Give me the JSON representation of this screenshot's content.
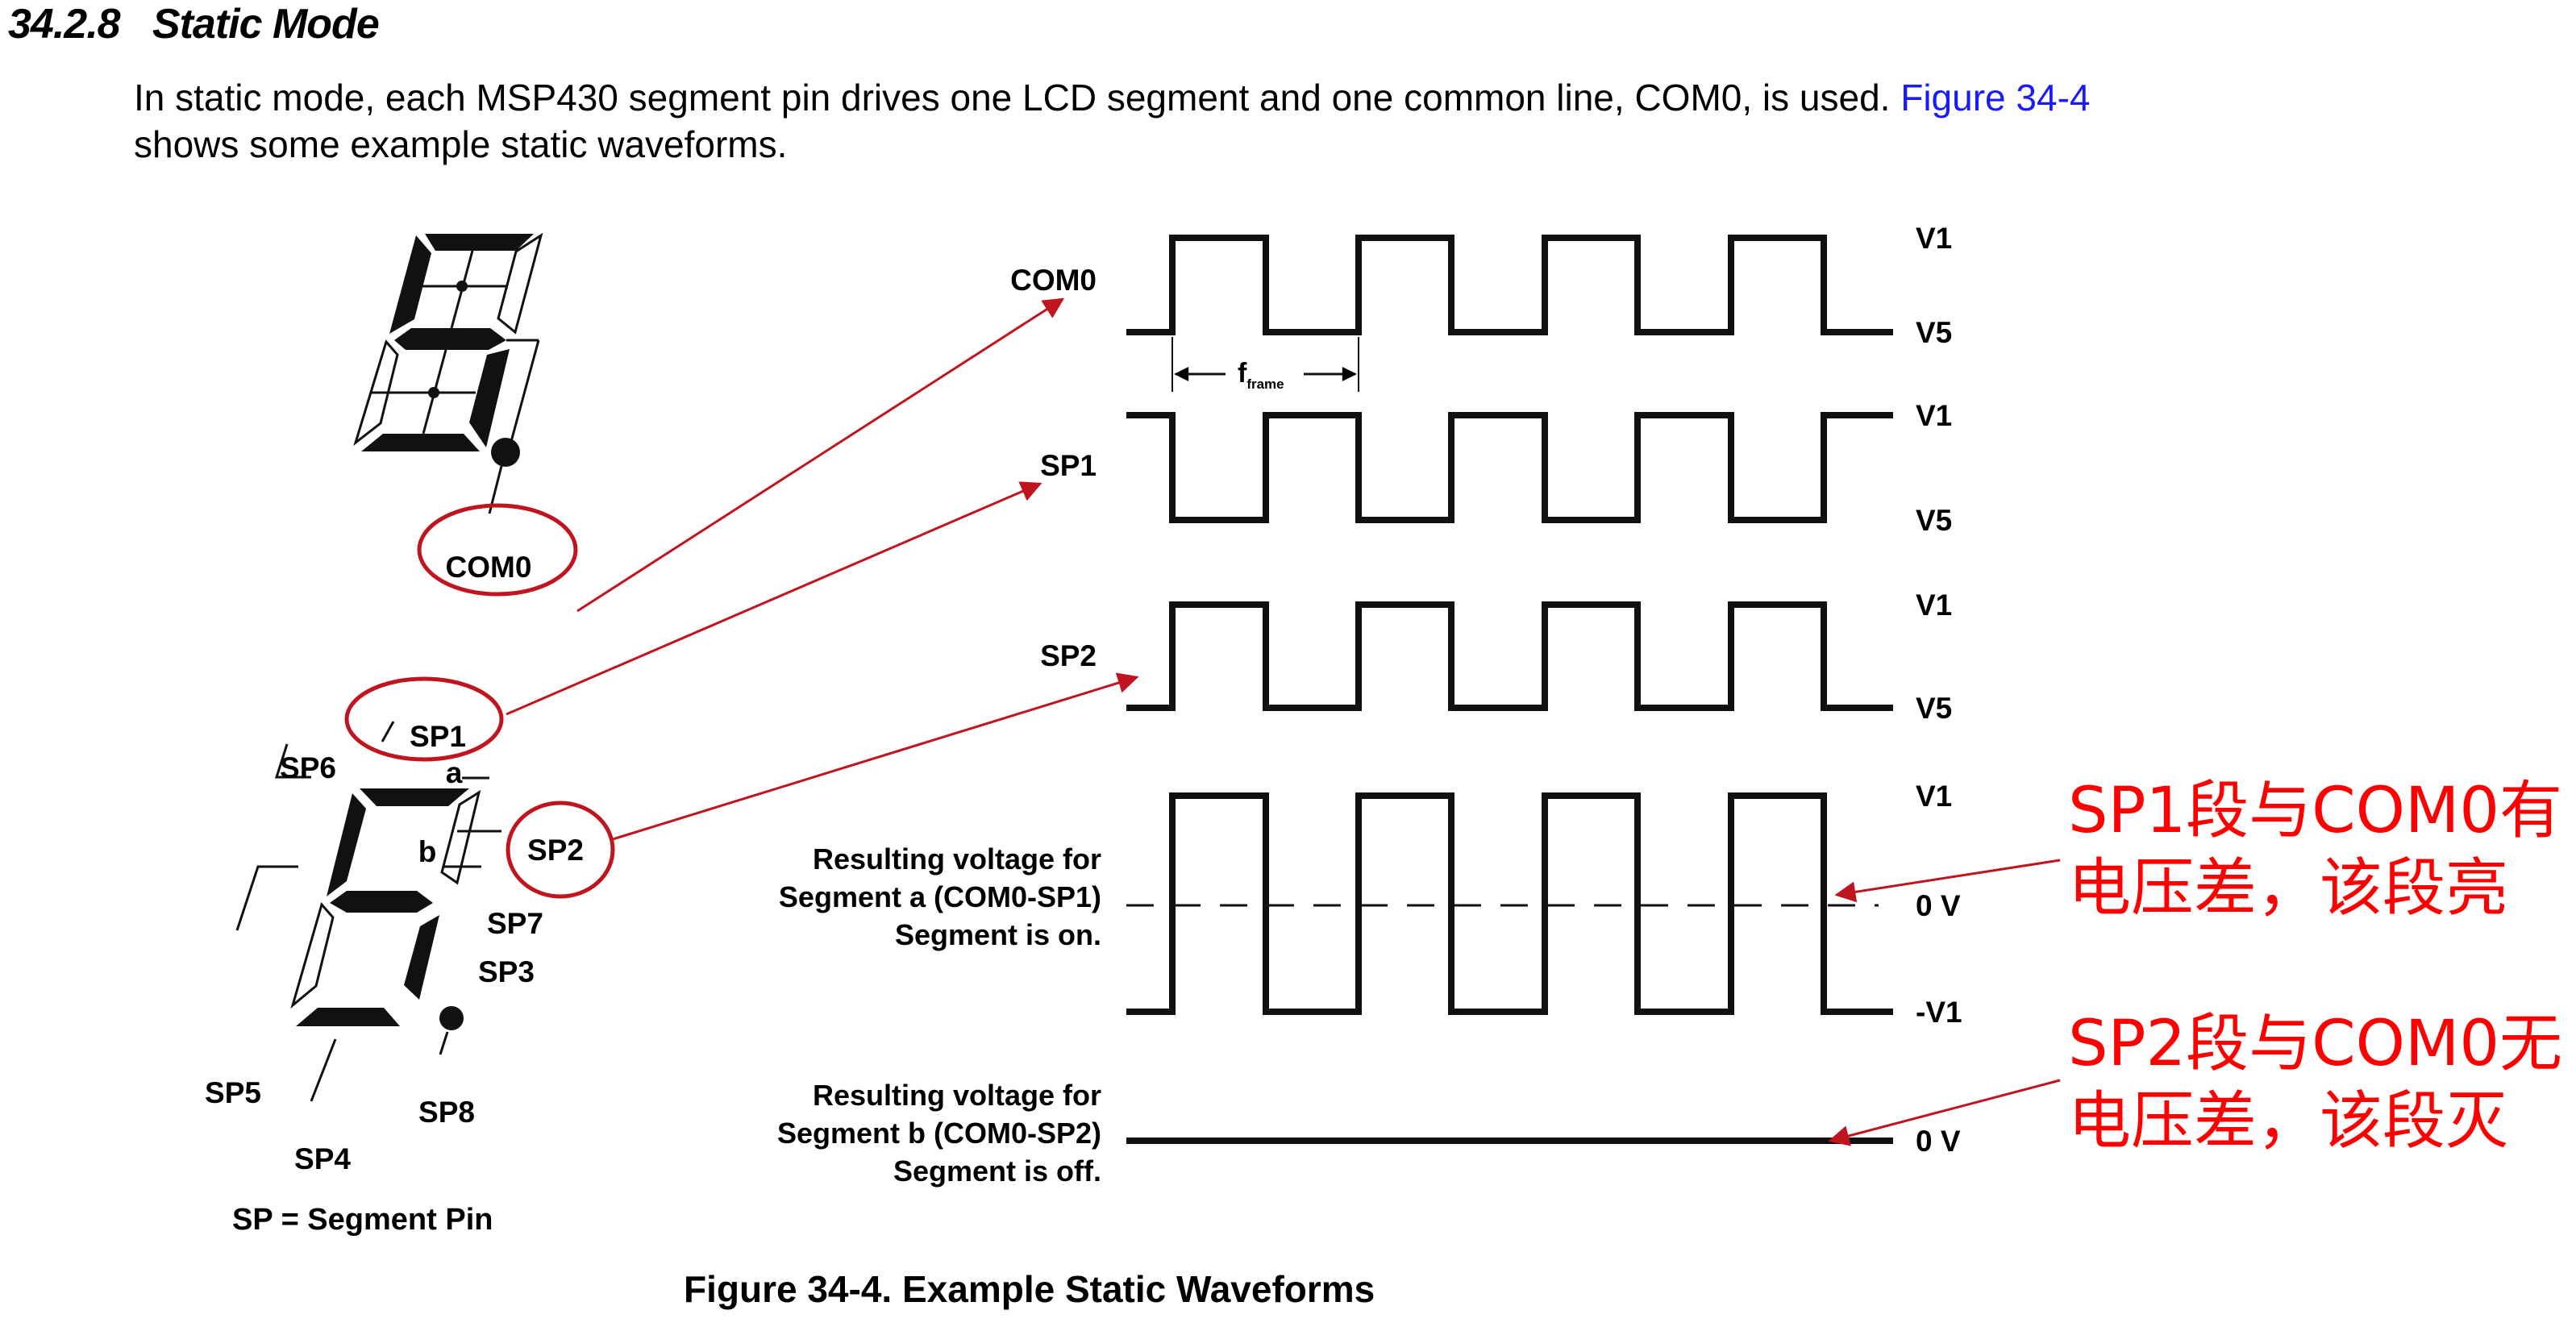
{
  "section": {
    "number": "34.2.8",
    "title": "Static Mode",
    "paragraph": {
      "before_link": "In static mode, each MSP430 segment pin drives one LCD segment and one common line, COM0, is used. ",
      "link_text": "Figure 34-4",
      "after_link": " shows some example static waveforms."
    }
  },
  "figure": {
    "caption": "Figure 34-4. Example Static Waveforms",
    "top_digit": {
      "common_label": "COM0"
    },
    "bottom_digit": {
      "segment_labels": {
        "a": "a",
        "b": "b"
      },
      "pins": [
        "SP1",
        "SP2",
        "SP3",
        "SP4",
        "SP5",
        "SP6",
        "SP7",
        "SP8"
      ],
      "legend": "SP = Segment Pin"
    },
    "annotation_color": "#c0141e",
    "note_color": "#ff0000"
  },
  "chart_data": {
    "type": "line",
    "title": "Figure 34-4. Example Static Waveforms",
    "x_unit": "half frame periods",
    "frame_label_main": "f",
    "frame_label_sub": "frame",
    "series": [
      {
        "name": "COM0",
        "levels": [
          "V1",
          "V5"
        ],
        "values": [
          0,
          1,
          0,
          1,
          0,
          1,
          0,
          1,
          0,
          0
        ]
      },
      {
        "name": "SP1",
        "levels": [
          "V1",
          "V5"
        ],
        "values": [
          1,
          0,
          1,
          0,
          1,
          0,
          1,
          0,
          1,
          1
        ]
      },
      {
        "name": "SP2",
        "levels": [
          "V1",
          "V5"
        ],
        "values": [
          0,
          1,
          0,
          1,
          0,
          1,
          0,
          1,
          0,
          0
        ]
      },
      {
        "name": "Resulting voltage for Segment a (COM0-SP1) Segment is on.",
        "levels": [
          "V1",
          "0 V",
          "-V1"
        ],
        "values": [
          -1,
          1,
          -1,
          1,
          -1,
          1,
          -1,
          1,
          -1,
          -1
        ]
      },
      {
        "name": "Resulting voltage for Segment b (COM0-SP2) Segment is off.",
        "levels": [
          "0 V"
        ],
        "values": [
          0,
          0,
          0,
          0,
          0,
          0,
          0,
          0,
          0,
          0
        ]
      }
    ],
    "result_labels": {
      "on": [
        "Resulting voltage for",
        "Segment a (COM0-SP1)",
        "Segment is on."
      ],
      "off": [
        "Resulting voltage for",
        "Segment b (COM0-SP2)",
        "Segment is off."
      ]
    }
  },
  "notes": {
    "on": [
      "SP1段与COM0有",
      "电压差，该段亮"
    ],
    "off": [
      "SP2段与COM0无",
      "电压差，该段灭"
    ]
  }
}
